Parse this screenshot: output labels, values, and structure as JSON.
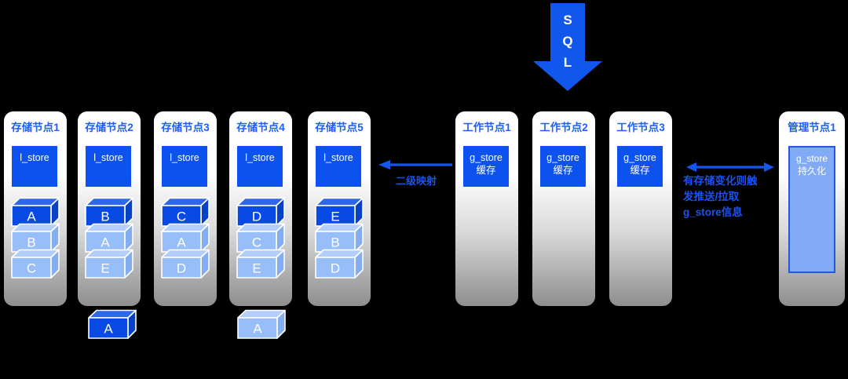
{
  "colors": {
    "background": "#000000",
    "accent_blue": "#1556ee",
    "title_blue": "#1d5cfd",
    "store_box_blue": "#0d52ee",
    "cube_dark_blue": "#0a4ae4",
    "cube_light_blue": "#98befa",
    "mgmt_box_fill": "#82abf7",
    "mgmt_box_border": "#2257e0"
  },
  "sql_arrow": {
    "letters": {
      "0": "S",
      "1": "Q",
      "2": "L"
    }
  },
  "storage_nodes": [
    {
      "title": "存储节点1",
      "store_label": "l_store",
      "blocks": [
        {
          "label": "A",
          "variant": "dark"
        },
        {
          "label": "B",
          "variant": "light"
        },
        {
          "label": "C",
          "variant": "light"
        }
      ]
    },
    {
      "title": "存储节点2",
      "store_label": "l_store",
      "blocks": [
        {
          "label": "B",
          "variant": "dark"
        },
        {
          "label": "A",
          "variant": "light"
        },
        {
          "label": "E",
          "variant": "light"
        }
      ]
    },
    {
      "title": "存储节点3",
      "store_label": "l_store",
      "blocks": [
        {
          "label": "C",
          "variant": "dark"
        },
        {
          "label": "A",
          "variant": "light"
        },
        {
          "label": "D",
          "variant": "light"
        }
      ]
    },
    {
      "title": "存储节点4",
      "store_label": "l_store",
      "blocks": [
        {
          "label": "D",
          "variant": "dark"
        },
        {
          "label": "C",
          "variant": "light"
        },
        {
          "label": "E",
          "variant": "light"
        }
      ]
    },
    {
      "title": "存储节点5",
      "store_label": "l_store",
      "blocks": [
        {
          "label": "E",
          "variant": "dark"
        },
        {
          "label": "B",
          "variant": "light"
        },
        {
          "label": "D",
          "variant": "light"
        }
      ]
    }
  ],
  "loose_blocks": [
    {
      "label": "A",
      "variant": "dark"
    },
    {
      "label": "A",
      "variant": "light"
    }
  ],
  "work_nodes": [
    {
      "title": "工作节点1",
      "box_line1": "g_store",
      "box_line2": "缓存"
    },
    {
      "title": "工作节点2",
      "box_line1": "g_store",
      "box_line2": "缓存"
    },
    {
      "title": "工作节点3",
      "box_line1": "g_store",
      "box_line2": "缓存"
    }
  ],
  "management_node": {
    "title": "管理节点1",
    "box_line1": "g_store",
    "box_line2": "持久化"
  },
  "mapping_arrow": {
    "label": "二级映射"
  },
  "sync_arrow": {
    "line1": "有存储变化则触",
    "line2": "发推送/拉取",
    "line3": "g_store信息"
  }
}
